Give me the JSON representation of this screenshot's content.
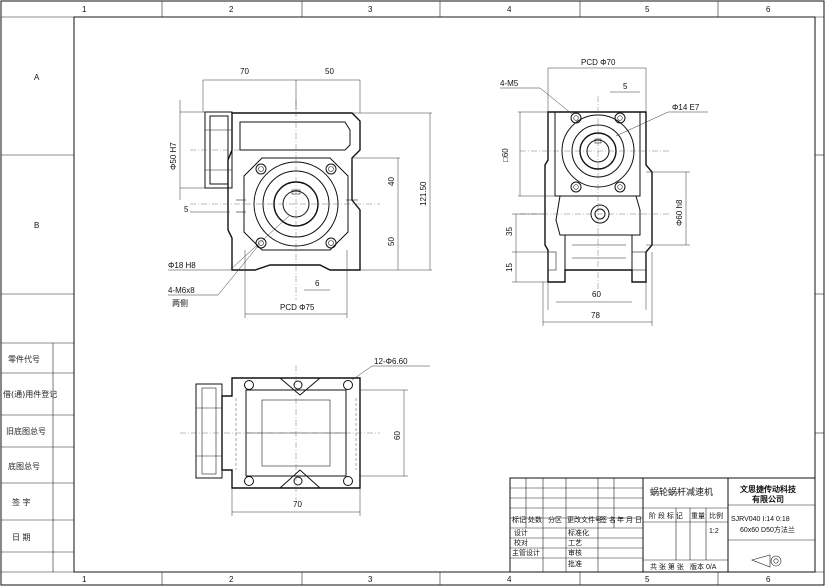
{
  "grid": {
    "columns": [
      "1",
      "2",
      "3",
      "4",
      "5",
      "6"
    ],
    "rows": [
      "A",
      "B"
    ]
  },
  "side_table": [
    "零件代号",
    "借(通)用件登记",
    "旧底图总号",
    "底图总号",
    "签  字",
    "日  期"
  ],
  "front_view": {
    "dim_top_left": "70",
    "dim_top_right": "50",
    "dim_bore": "Φ50 H7",
    "dim_5": "5",
    "dim_40": "40",
    "dim_50_v": "50",
    "dim_121": "121.50",
    "dim_18": "Φ18 H8",
    "dim_m6": "4-M6x8",
    "dim_m6_note": "两侧",
    "dim_6": "6",
    "dim_pcd75": "PCD Φ75"
  },
  "side_view": {
    "dim_pcd70": "PCD Φ70",
    "dim_m5": "4-M5",
    "dim_5": "5",
    "dim_14": "Φ14 E7",
    "dim_sq60": "□60",
    "dim_60h8": "Φ60 h8",
    "dim_35": "35",
    "dim_15": "15",
    "dim_60": "60",
    "dim_78": "78"
  },
  "bottom_view": {
    "dim_holes": "12-Φ6.60",
    "dim_60": "60",
    "dim_70": "70"
  },
  "title_block": {
    "title": "蜗轮蜗杆减速机",
    "company": "文思捷传动科技有限公司",
    "model_line1": "SJRV040 I:14 0:18",
    "model_line2": "60x60 D50方法兰",
    "scale_label": "比例",
    "scale_value": "1:2",
    "rev_headers": [
      "标记",
      "处数",
      "分区",
      "更改文件号",
      "签 名",
      "年 月 日"
    ],
    "stage_headers": [
      "阶 段 标 记",
      "重量",
      "比例"
    ],
    "roles": [
      "设计",
      "校对",
      "主管设计"
    ],
    "roles2": [
      "标准化",
      "工艺",
      "审核",
      "批准"
    ],
    "sheet": "共 张 第 张",
    "version": "版本 0/A"
  }
}
